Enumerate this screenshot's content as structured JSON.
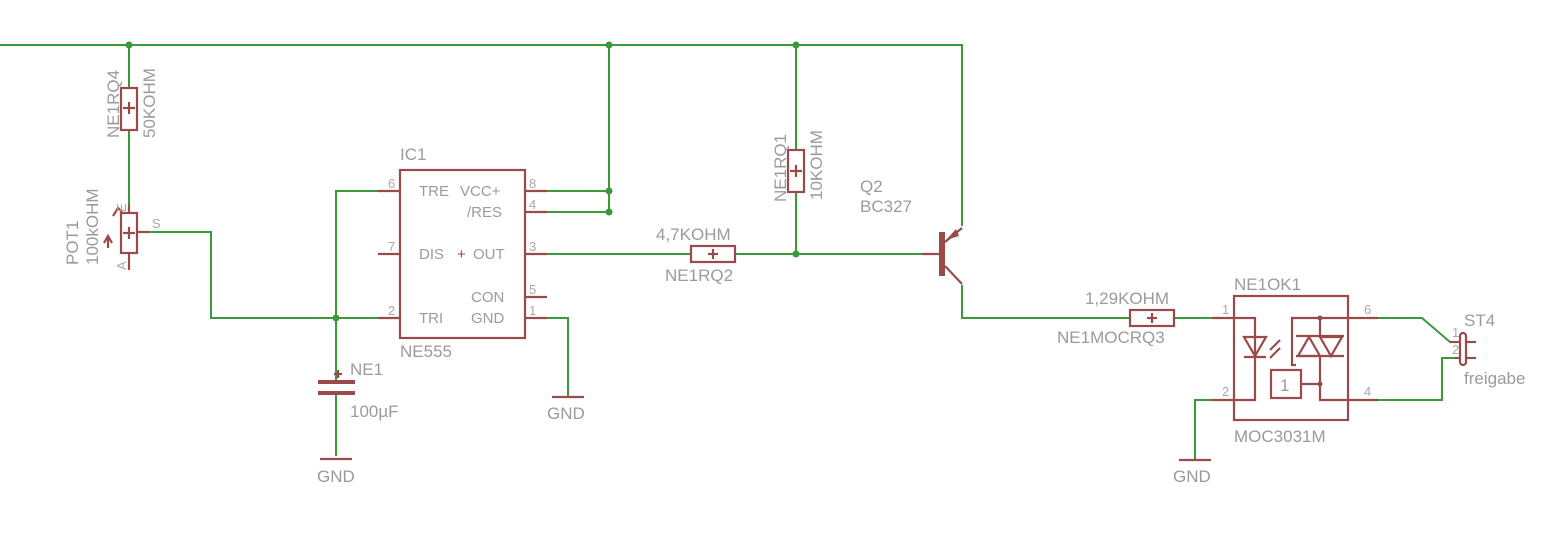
{
  "colors": {
    "wire": "#3a9a3a",
    "symbol": "#9a4a4a",
    "text": "#9b9b9b"
  },
  "labels": {
    "r4_name": "NE1RQ4",
    "r4_value": "50KOHM",
    "pot_name": "POT1",
    "pot_value": "100kOHM",
    "pot_pin_e": "E",
    "pot_pin_a": "A",
    "pot_pin_s": "S",
    "ic_name": "IC1",
    "ic_value": "NE555",
    "ic_tre": "TRE",
    "ic_vcc": "VCC+",
    "ic_res": "/RES",
    "ic_dis": "DIS",
    "ic_out": "OUT",
    "ic_con": "CON",
    "ic_tri": "TRI",
    "ic_gnd": "GND",
    "ic_pin6": "6",
    "ic_pin8": "8",
    "ic_pin4": "4",
    "ic_pin7": "7",
    "ic_pin3": "3",
    "ic_pin5": "5",
    "ic_pin2": "2",
    "ic_pin1": "1",
    "cap_name": "NE1",
    "cap_value": "100µF",
    "gnd1": "GND",
    "gnd2": "GND",
    "gnd3": "GND",
    "r2_value": "4,7KOHM",
    "r2_name": "NE1RQ2",
    "r1_name": "NE1RQ1",
    "r1_value": "10KOHM",
    "q2_name": "Q2",
    "q2_value": "BC327",
    "r3_value": "1,29KOHM",
    "r3_name": "NE1MOCRQ3",
    "ok_name": "NE1OK1",
    "ok_value": "MOC3031M",
    "ok_pin1": "1",
    "ok_pin2": "2",
    "ok_pin6": "6",
    "ok_pin4": "4",
    "ok_zc": "1",
    "st_name": "ST4",
    "st_value": "freigabe",
    "st_pin1": "1",
    "st_pin2": "2",
    "plus": "+"
  }
}
